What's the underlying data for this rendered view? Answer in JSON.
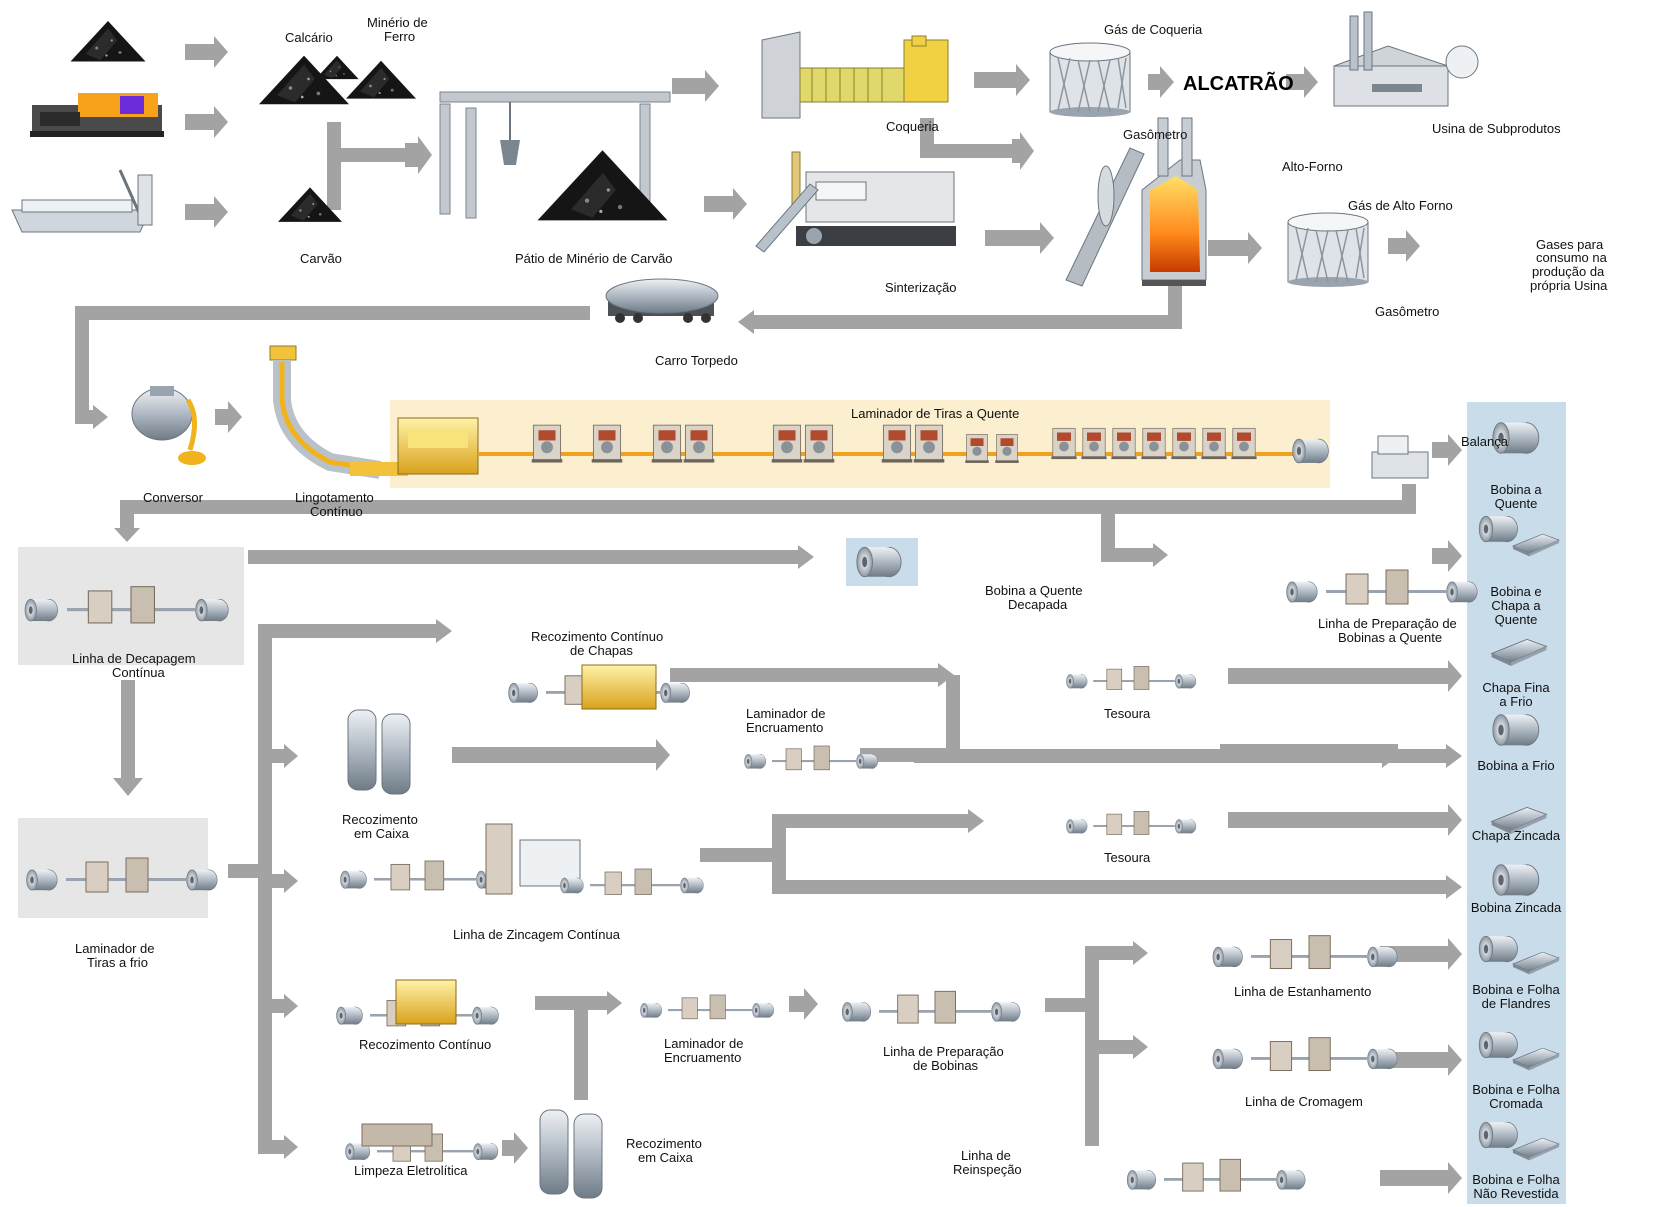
{
  "colors": {
    "arrow": "#a3a3a3",
    "product_panel": "#c9dcea",
    "hot_strip_panel": "#fbefd0",
    "side_box": "#e6e6e6",
    "coke_pile": "#111111",
    "steel": "#b9c2cb"
  },
  "labels": {
    "calcario": "Calcário",
    "minerio_1": "Minério de",
    "minerio_2": "Ferro",
    "carvao": "Carvão",
    "patio": "Pátio de Minério de Carvão",
    "coqueria": "Coqueria",
    "gas_coqueria": "Gás de Coqueria",
    "gasometro_1": "Gasômetro",
    "alcatrao": "ALCATRÃO",
    "usina_sub": "Usina de Subprodutos",
    "alto_forno": "Alto-Forno",
    "gas_alto_forno": "Gás de Alto Forno",
    "gasometro_2": "Gasômetro",
    "gases_1": "Gases para",
    "gases_2": "consumo na",
    "gases_3": "produção da",
    "gases_4": "própria Usina",
    "sinterizacao": "Sinterização",
    "carro_torpedo": "Carro Torpedo",
    "conversor": "Conversor",
    "lingotamento_1": "Lingotamento",
    "lingotamento_2": "Contínuo",
    "laminador_quente": "Laminador de Tiras a Quente",
    "balanca": "Balança",
    "decapagem_1": "Linha de Decapagem",
    "decapagem_2": "Contínua",
    "bobina_decapada_1": "Bobina a Quente",
    "bobina_decapada_2": "Decapada",
    "prep_quente_1": "Linha de Preparação de",
    "prep_quente_2": "Bobinas a Quente",
    "rec_chapas_1": "Recozimento Contínuo",
    "rec_chapas_2": "de Chapas",
    "lam_encru_1a": "Laminador de",
    "lam_encru_1b": "Encruamento",
    "tesoura_1": "Tesoura",
    "rec_caixa_1a": "Recozimento",
    "rec_caixa_1b": "em Caixa",
    "tesoura_2": "Tesoura",
    "zincagem": "Linha de Zincagem Contínua",
    "lam_frio_1": "Laminador de",
    "lam_frio_2": "Tiras a frio",
    "rec_continuo": "Recozimento Contínuo",
    "lam_encru_2a": "Laminador de",
    "lam_encru_2b": "Encruamento",
    "prep_bob_1": "Linha de Preparação",
    "prep_bob_2": "de Bobinas",
    "estanhamento": "Linha de Estanhamento",
    "cromagem": "Linha de Cromagem",
    "reinspecao_1": "Linha de",
    "reinspecao_2": "Reinspeção",
    "limpeza": "Limpeza Eletrolítica",
    "rec_caixa_2a": "Recozimento",
    "rec_caixa_2b": "em Caixa"
  },
  "products": [
    [
      "Bobina a",
      "Quente"
    ],
    [
      "Bobina e",
      "Chapa a",
      "Quente"
    ],
    [
      "Chapa Fina",
      "a Frio"
    ],
    [
      "Bobina a Frio"
    ],
    [
      "Chapa Zincada"
    ],
    [
      "Bobina Zincada"
    ],
    [
      "Bobina e Folha",
      "de Flandres"
    ],
    [
      "Bobina e Folha",
      "Cromada"
    ],
    [
      "Bobina e Folha",
      "Não Revestida"
    ]
  ]
}
